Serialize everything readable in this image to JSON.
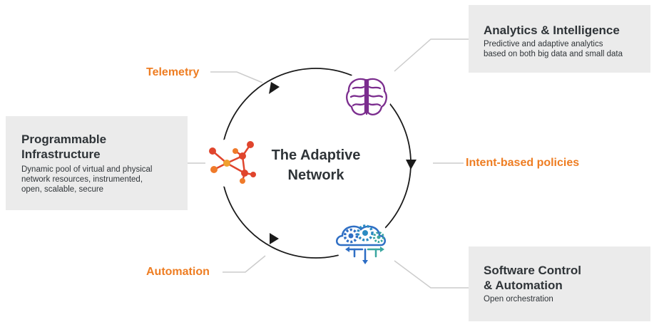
{
  "center": {
    "line1": "The Adaptive",
    "line2": "Network"
  },
  "stages": {
    "telemetry": "Telemetry",
    "intent": "Intent-based policies",
    "automation": "Automation"
  },
  "boxes": {
    "infrastructure": {
      "title_line1": "Programmable",
      "title_line2": "Infrastructure",
      "desc_line1": "Dynamic pool of virtual and physical",
      "desc_line2": "network resources, instrumented,",
      "desc_line3": "open, scalable, secure"
    },
    "analytics": {
      "title": "Analytics & Intelligence",
      "desc_line1": "Predictive and adaptive analytics",
      "desc_line2": "based on both big data and small data"
    },
    "software": {
      "title_line1": "Software Control",
      "title_line2": "& Automation",
      "desc": "Open orchestration"
    }
  },
  "icons": {
    "infrastructure": "network-node-icon",
    "analytics": "brain-icon",
    "software": "cloud-gears-icon"
  },
  "colors": {
    "accent_orange": "#ee7d22",
    "brain_purple": "#7b2d8e",
    "node_red": "#e0452d",
    "cloud_blue": "#2f6fc4",
    "cloud_teal": "#3aa6a0",
    "panel_gray": "#ebebeb",
    "connector_gray": "#c8c8c8"
  }
}
